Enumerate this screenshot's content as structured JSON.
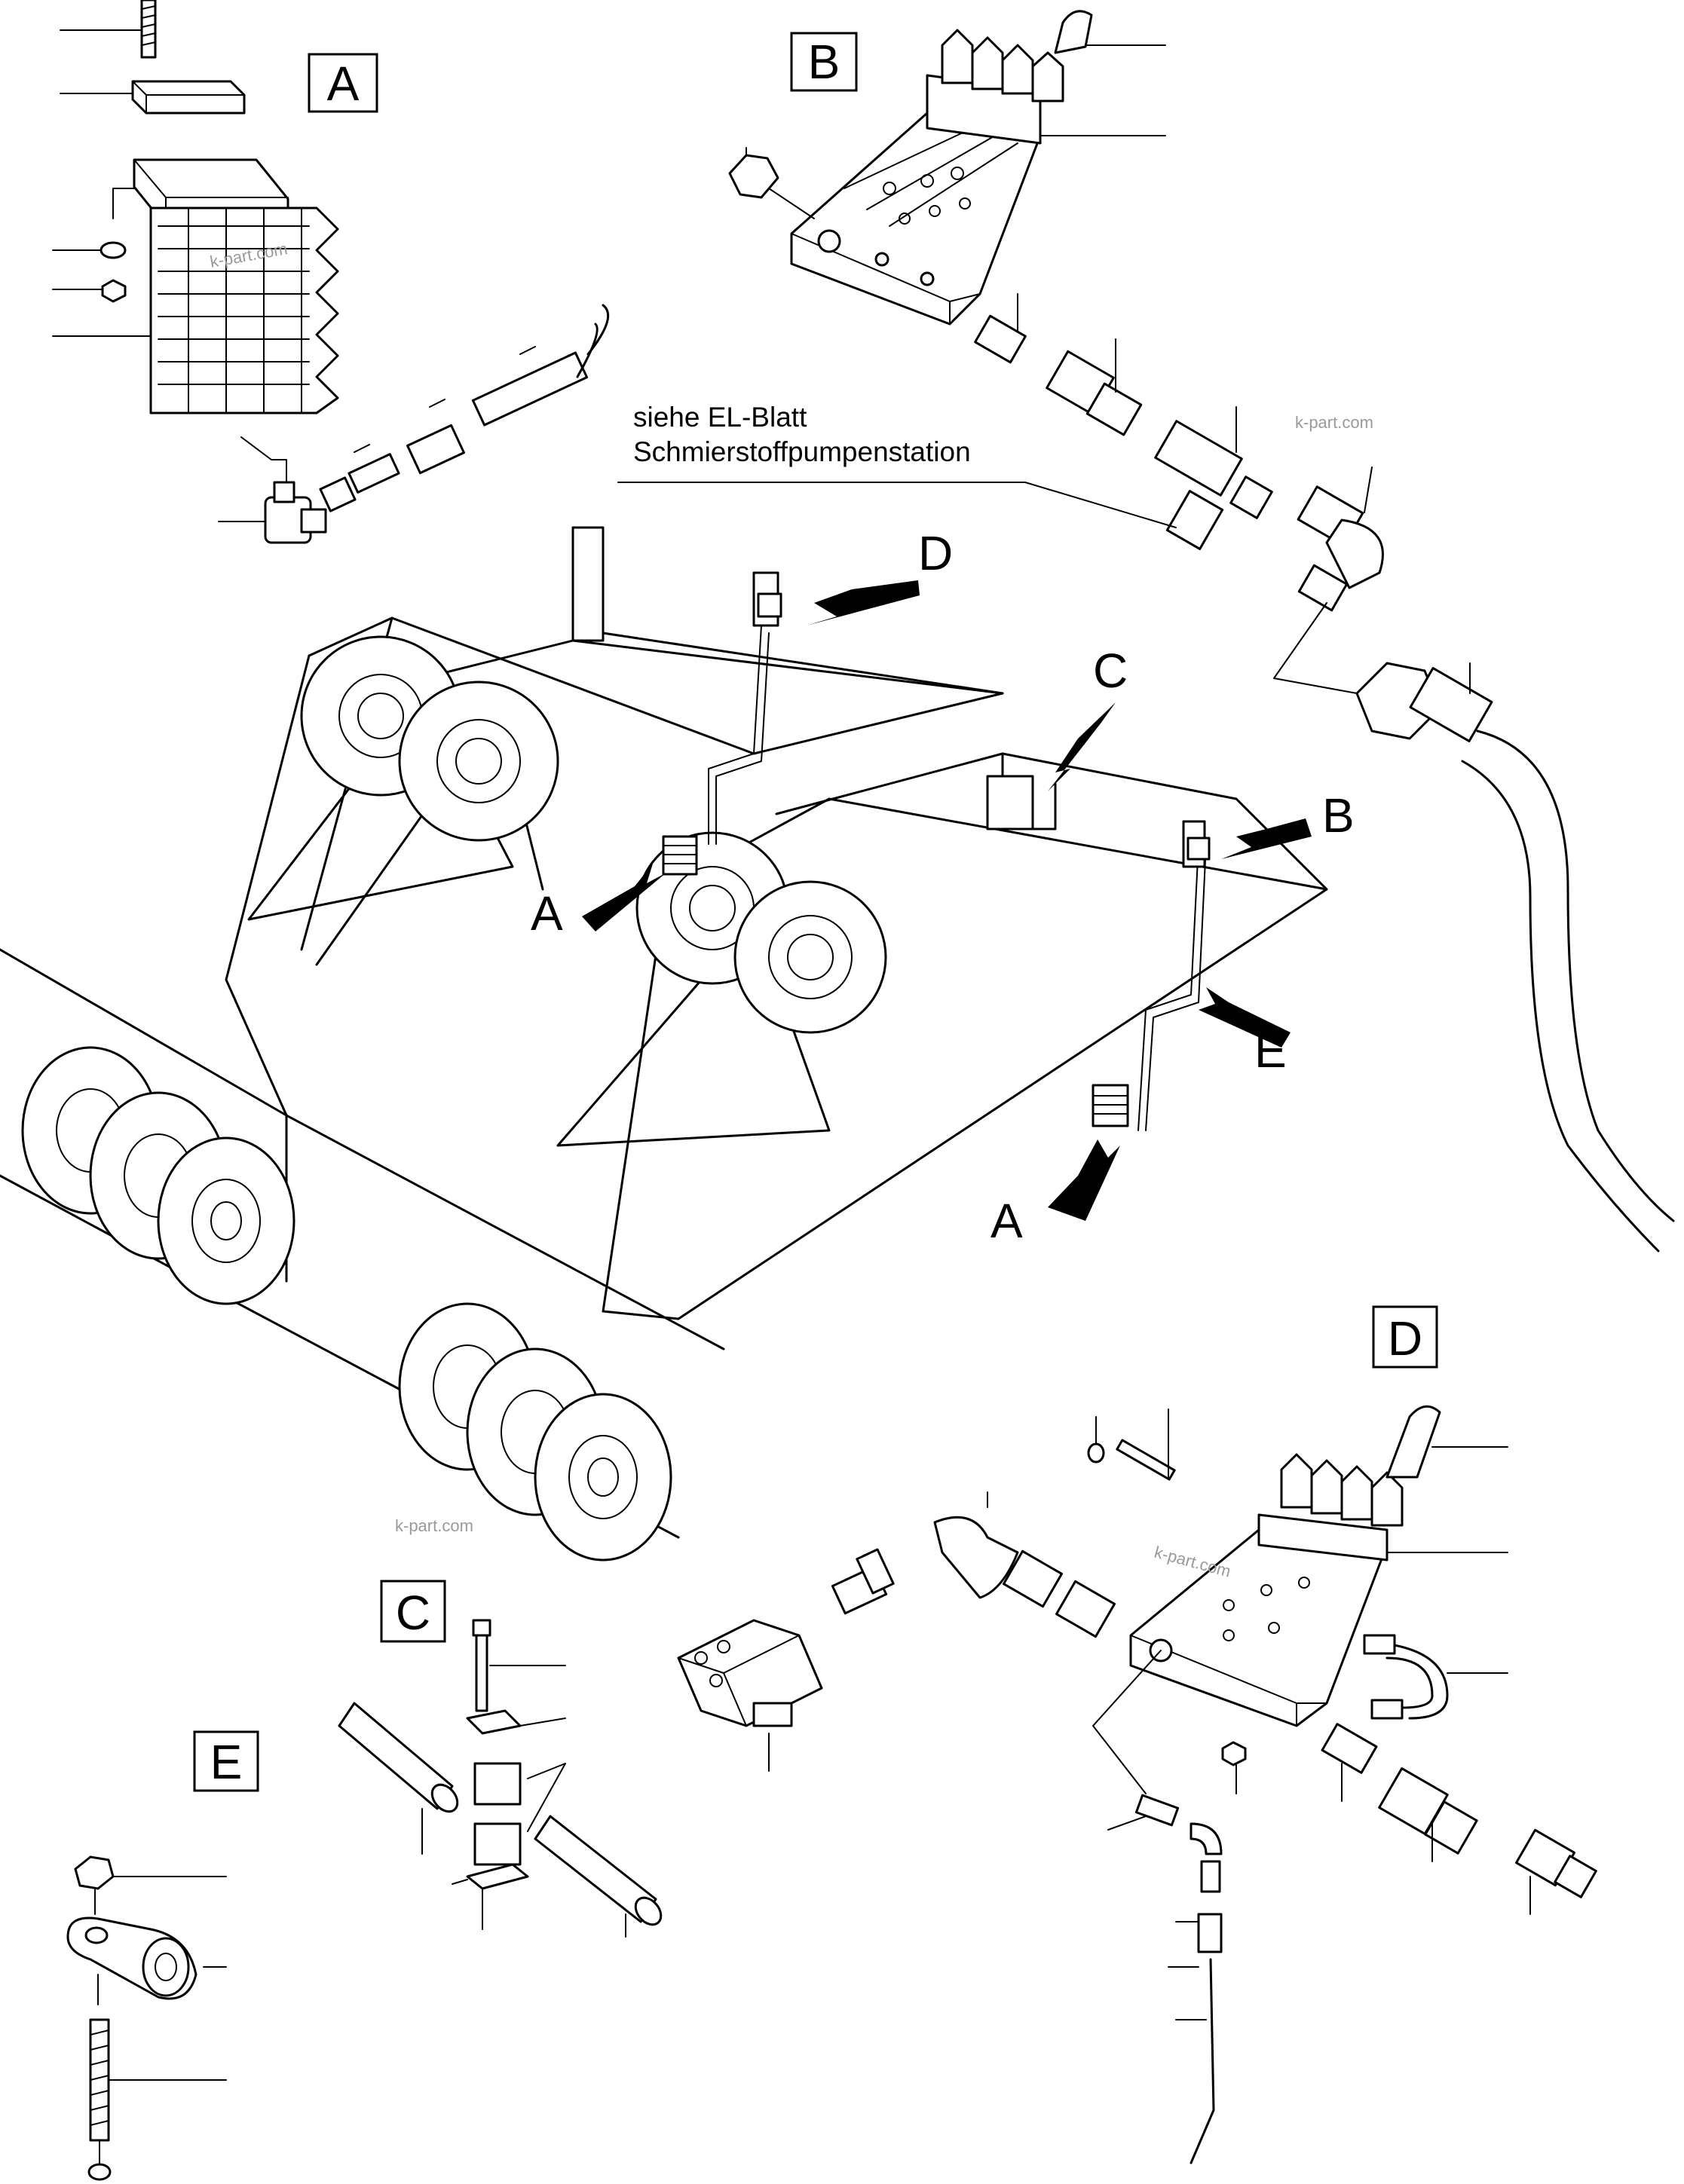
{
  "detail_labels": {
    "a": "A",
    "b": "B",
    "c": "C",
    "d": "D",
    "e": "E"
  },
  "note": {
    "line1": "siehe EL-Blatt",
    "line2": "Schmierstoffpumpenstation"
  },
  "watermark": "k-part.com",
  "colors": {
    "line": "#000000",
    "background": "#ffffff",
    "watermark": "#9a9a9a"
  }
}
